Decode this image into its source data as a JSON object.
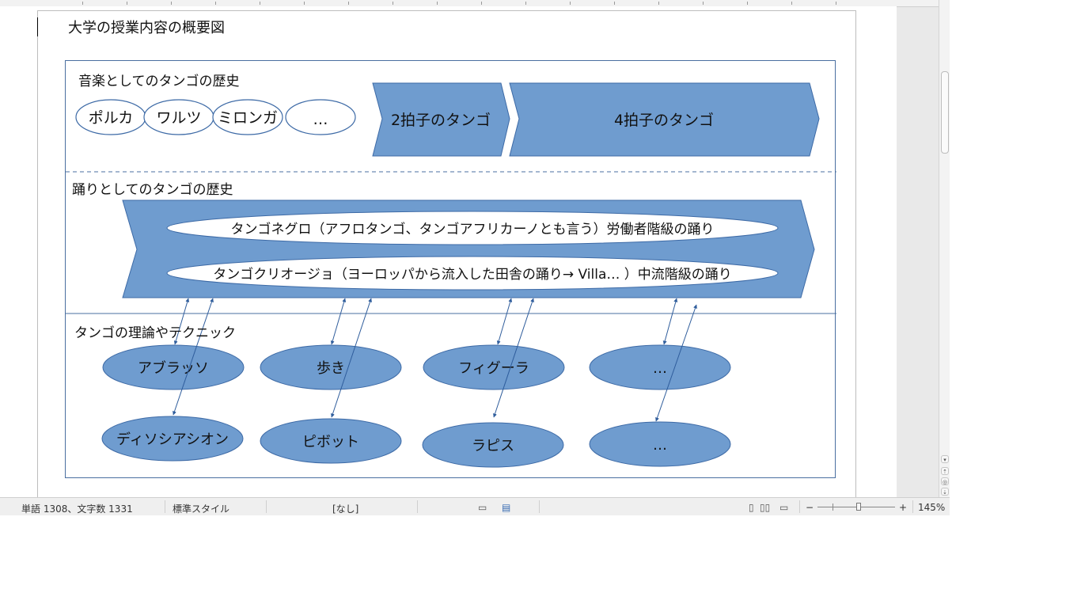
{
  "document": {
    "title": "大学の授業内容の概要図",
    "sections": {
      "music": {
        "label": "音楽としてのタンゴの歴史",
        "ovals": [
          "ポルカ",
          "ワルツ",
          "ミロンガ",
          "…"
        ],
        "chevron_2": "2拍子のタンゴ",
        "chevron_4": "4拍子のタンゴ"
      },
      "dance": {
        "label": "踊りとしてのタンゴの歴史",
        "ellipse_1": "タンゴネグロ（アフロタンゴ、タンゴアフリカーノとも言う）労働者階級の踊り",
        "ellipse_2": "タンゴクリオージョ（ヨーロッパから流入した田舎の踊り→ Villa… ）中流階級の踊り"
      },
      "theory": {
        "label": "タンゴの理論やテクニック",
        "top_row": [
          "アブラッソ",
          "歩き",
          "フィグーラ",
          "…"
        ],
        "bottom_row": [
          "ディソシアシオン",
          "ピボット",
          "ラピス",
          "…"
        ]
      }
    }
  },
  "statusbar": {
    "word_count": "単語 1308、文字数 1331",
    "page_style": "標準スタイル",
    "language": "[なし]",
    "zoom": "145%",
    "zoom_minus": "−",
    "zoom_plus": "+"
  },
  "colors": {
    "shape_fill": "#6f9ccf",
    "shape_stroke": "#3d6aa6",
    "arrow": "#2f5d9c",
    "frame": "#4a6fa0"
  },
  "icons": [
    "scroll-up-icon",
    "scroll-down-icon",
    "page-nav-icon",
    "single-page-view-icon",
    "multi-page-view-icon",
    "book-view-icon",
    "document-modified-icon"
  ]
}
